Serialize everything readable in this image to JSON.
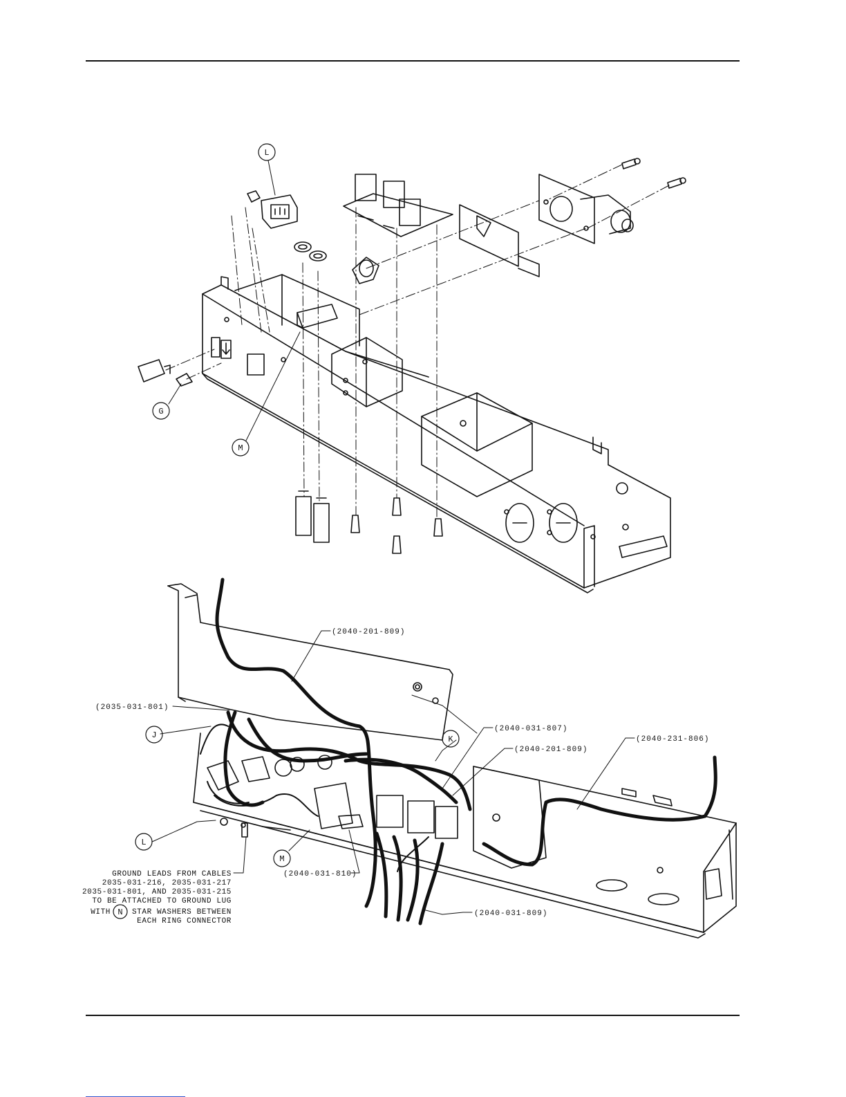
{
  "callouts_top": {
    "L": "L",
    "G": "G",
    "M": "M"
  },
  "callouts_bottom": {
    "J": "J",
    "K": "K",
    "L": "L",
    "M": "M",
    "N": "N"
  },
  "part_numbers": {
    "p1": "(2040-201-809)",
    "p2": "(2035-031-801)",
    "p3": "(2040-031-807)",
    "p4": "(2040-201-809)",
    "p5": "(2040-231-806)",
    "p6": "(2040-031-810)",
    "p7": "(2040-031-809)"
  },
  "ground_note": {
    "line1": "GROUND LEADS FROM CABLES",
    "line2": "2035-031-216, 2035-031-217",
    "line3": "2035-031-801, AND 2035-031-215",
    "line4": "TO BE ATTACHED  TO GROUND LUG",
    "line5_a": "WITH",
    "line5_b": "STAR WASHERS BETWEEN",
    "line6": "EACH RING CONNECTOR"
  }
}
